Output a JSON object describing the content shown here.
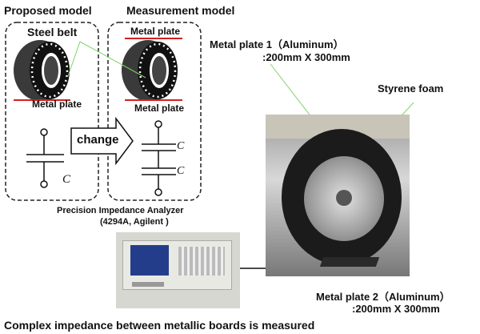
{
  "labels": {
    "proposed_model": "Proposed model",
    "measurement_model": "Measurement model",
    "steel_belt": "Steel belt",
    "metal_plate_left": "Metal plate",
    "metal_plate_right_top": "Metal plate",
    "metal_plate_right_bottom": "Metal plate",
    "change": "change",
    "cap_left": "C",
    "cap_right_1": "C",
    "cap_right_2": "C",
    "analyzer": "Precision Impedance Analyzer",
    "analyzer_model": "(4294A, Agilent )",
    "plate1": "Metal plate 1（Aluminum）",
    "plate1_size": ":200mm X 300mm",
    "styrene": "Styrene foam",
    "plate2": "Metal plate 2（Aluminum）",
    "plate2_size": ":200mm X 300mm",
    "caption": "Complex impedance between metallic boards is measured"
  },
  "colors": {
    "plate_line": "#d42020",
    "leader": "#7ed36a"
  }
}
